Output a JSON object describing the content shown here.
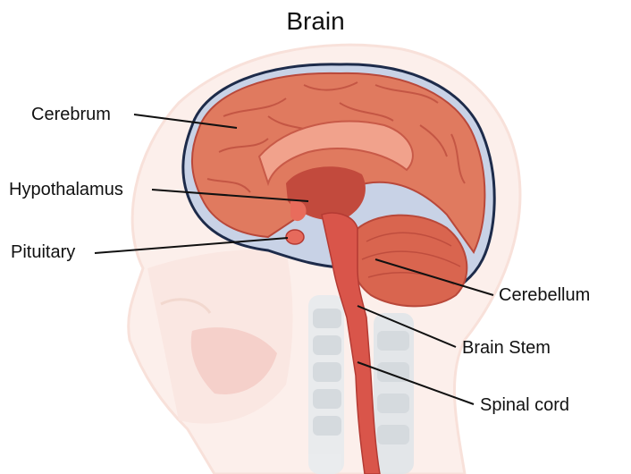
{
  "title": "Brain",
  "labels": {
    "cerebrum": "Cerebrum",
    "hypothalamus": "Hypothalamus",
    "pituitary": "Pituitary",
    "cerebellum": "Cerebellum",
    "brain_stem": "Brain Stem",
    "spinal_cord": "Spinal cord"
  },
  "colors": {
    "cortex": "#e07a5f",
    "cortex_dark": "#b9483a",
    "inner": "#f1a28c",
    "stem": "#d9554a",
    "head_outline": "#f3c9bd",
    "membrane": "#1d2b4a",
    "spine": "#cfd7dc"
  }
}
